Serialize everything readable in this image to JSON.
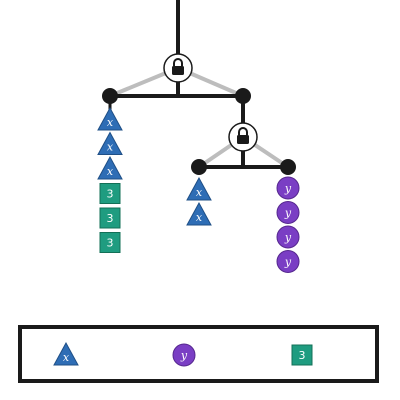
{
  "colors": {
    "triangle_fill": "#2e6db5",
    "triangle_stroke": "#1f4f86",
    "circle_fill": "#7a3ec4",
    "circle_stroke": "#56288f",
    "square_fill": "#1f9c80",
    "square_stroke": "#137057",
    "line": "#1a1a1a",
    "grey_line": "#bdbdbd"
  },
  "symbols": {
    "x": "x",
    "y": "y",
    "three": "3"
  },
  "tree": {
    "left_stack": [
      "x",
      "x",
      "x",
      "3",
      "3",
      "3"
    ],
    "right_left_stack": [
      "x",
      "x"
    ],
    "right_right_stack": [
      "y",
      "y",
      "y",
      "y"
    ],
    "lock_icons": [
      "lock",
      "lock"
    ]
  },
  "legend": {
    "items": [
      "x",
      "y",
      "3"
    ]
  }
}
